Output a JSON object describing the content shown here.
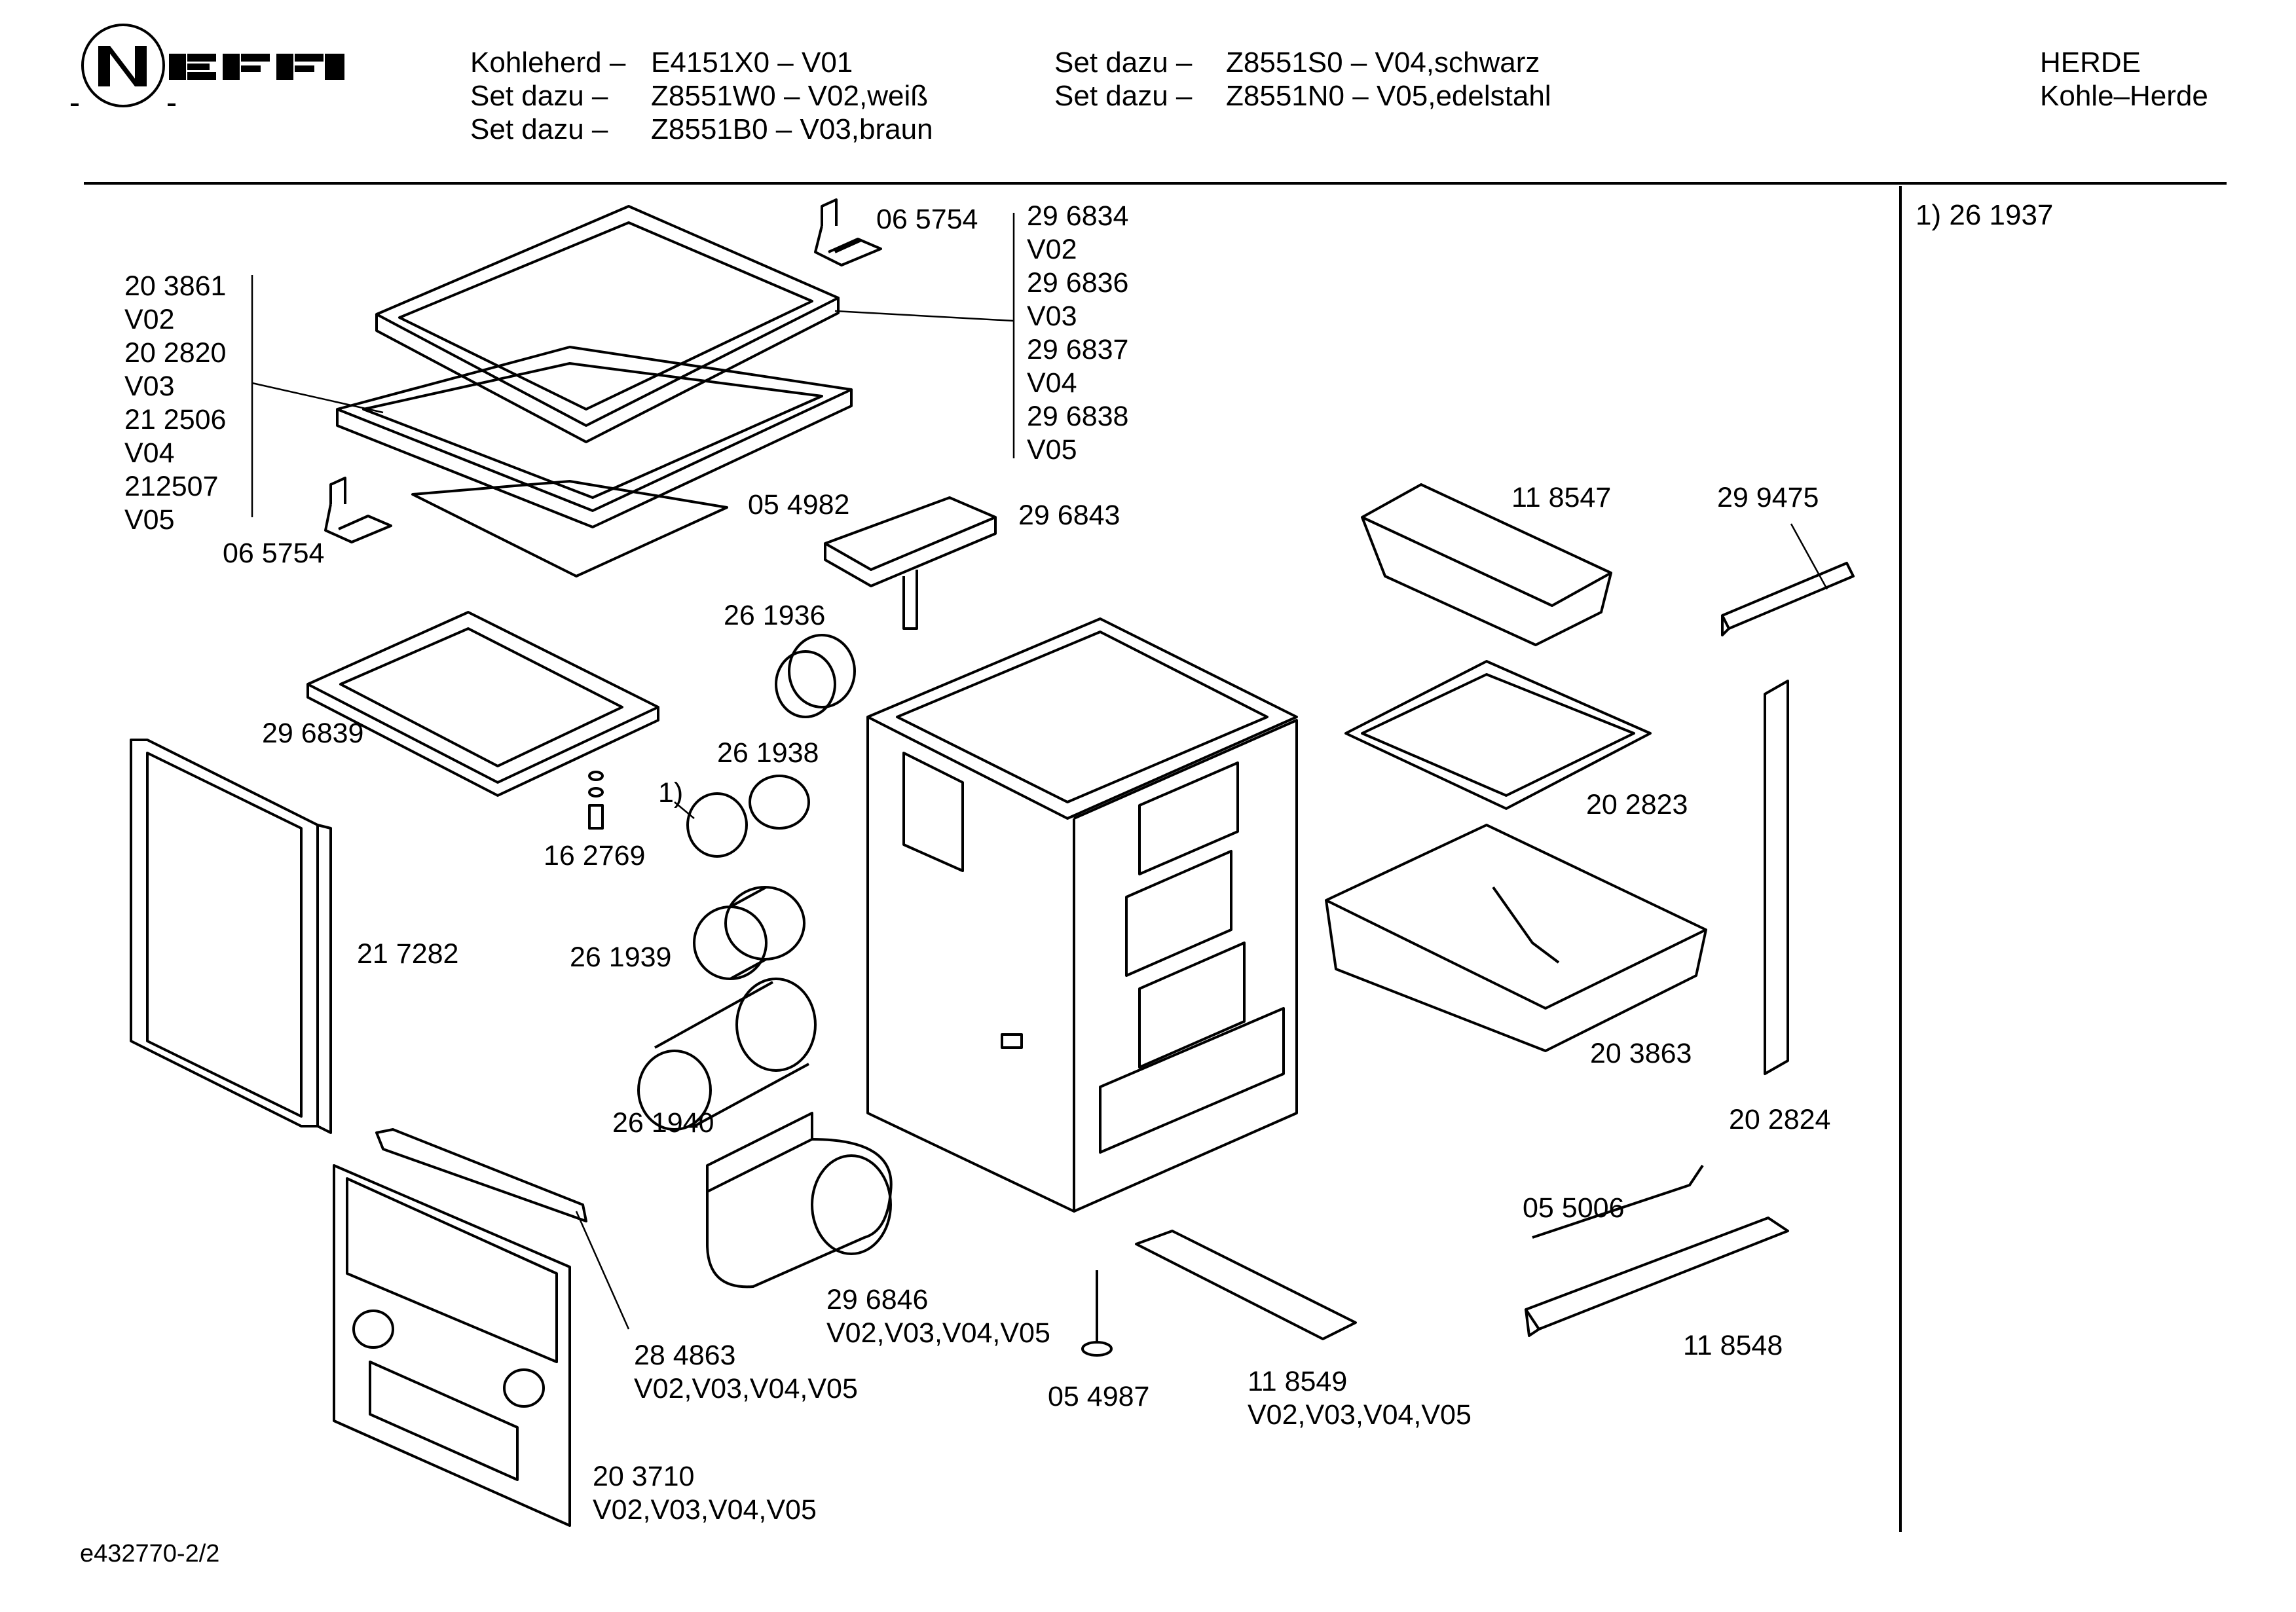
{
  "logo": {
    "text": "NEFF"
  },
  "header": {
    "col1": [
      {
        "label": "Kohleherd –",
        "value": "E4151X0 – V01"
      },
      {
        "label": "Set dazu –",
        "value": "Z8551W0 – V02,weiß"
      },
      {
        "label": "Set dazu –",
        "value": "Z8551B0 – V03,braun"
      }
    ],
    "col2": [
      {
        "label": "Set dazu –",
        "value": "Z8551S0 – V04,schwarz"
      },
      {
        "label": "Set dazu –",
        "value": "Z8551N0 – V05,edelstahl"
      }
    ],
    "category": "HERDE",
    "subcategory": "Kohle–Herde"
  },
  "footnote": "1)  26 1937",
  "parts": {
    "p203861": [
      "20 3861",
      "V02",
      "20 2820",
      "V03",
      "21 2506",
      "V04",
      "212507",
      "V05"
    ],
    "p065754a": [
      "06 5754"
    ],
    "p065754b": [
      "06 5754"
    ],
    "p296834": [
      "29 6834",
      "V02",
      "29 6836",
      "V03",
      "29 6837",
      "V04",
      "29 6838",
      "V05"
    ],
    "p054982": [
      "05 4982"
    ],
    "p296843": [
      "29 6843"
    ],
    "p118547": [
      "11 8547"
    ],
    "p299475": [
      "29 9475"
    ],
    "p261936": [
      "26 1936"
    ],
    "p296839": [
      "29 6839"
    ],
    "p261938": [
      "26 1938"
    ],
    "p1": [
      "1)"
    ],
    "p162769": [
      "16 2769"
    ],
    "p202823": [
      "20 2823"
    ],
    "p217282": [
      "21 7282"
    ],
    "p261939": [
      "26 1939"
    ],
    "p203863": [
      "20 3863"
    ],
    "p202824": [
      "20 2824"
    ],
    "p261940": [
      "26 1940"
    ],
    "p055006": [
      "05 5006"
    ],
    "p296846": [
      "29 6846",
      "V02,V03,V04,V05"
    ],
    "p118548": [
      "11 8548"
    ],
    "p284863": [
      "28 4863",
      "V02,V03,V04,V05"
    ],
    "p054987": [
      "05 4987"
    ],
    "p118549": [
      "11 8549",
      "V02,V03,V04,V05"
    ],
    "p203710": [
      "20 3710",
      "V02,V03,V04,V05"
    ]
  },
  "doc_id": "e432770-2/2"
}
